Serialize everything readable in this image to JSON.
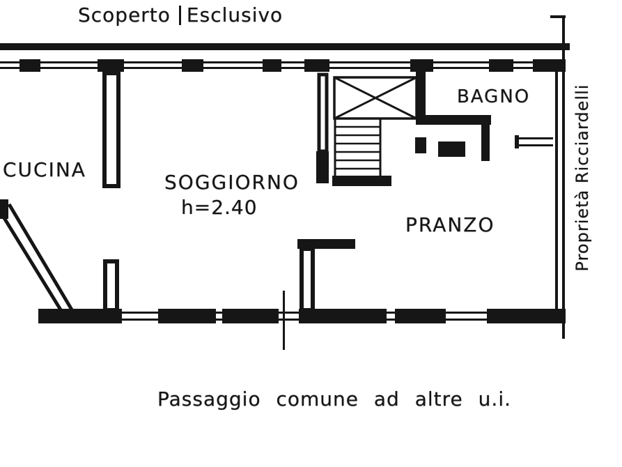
{
  "colors": {
    "ink": "#161616",
    "background": "#ffffff"
  },
  "labels": {
    "scoperto": "Scoperto",
    "esclusivo": "Esclusivo",
    "cucina": "CUCINA",
    "soggiorno": "SOGGIORNO",
    "soggiorno_height": "h=2.40",
    "bagno": "BAGNO",
    "pranzo": "PRANZO",
    "proprieta": "Proprietà Ricciardelli",
    "passaggio": "Passaggio comune ad altre u.i."
  }
}
